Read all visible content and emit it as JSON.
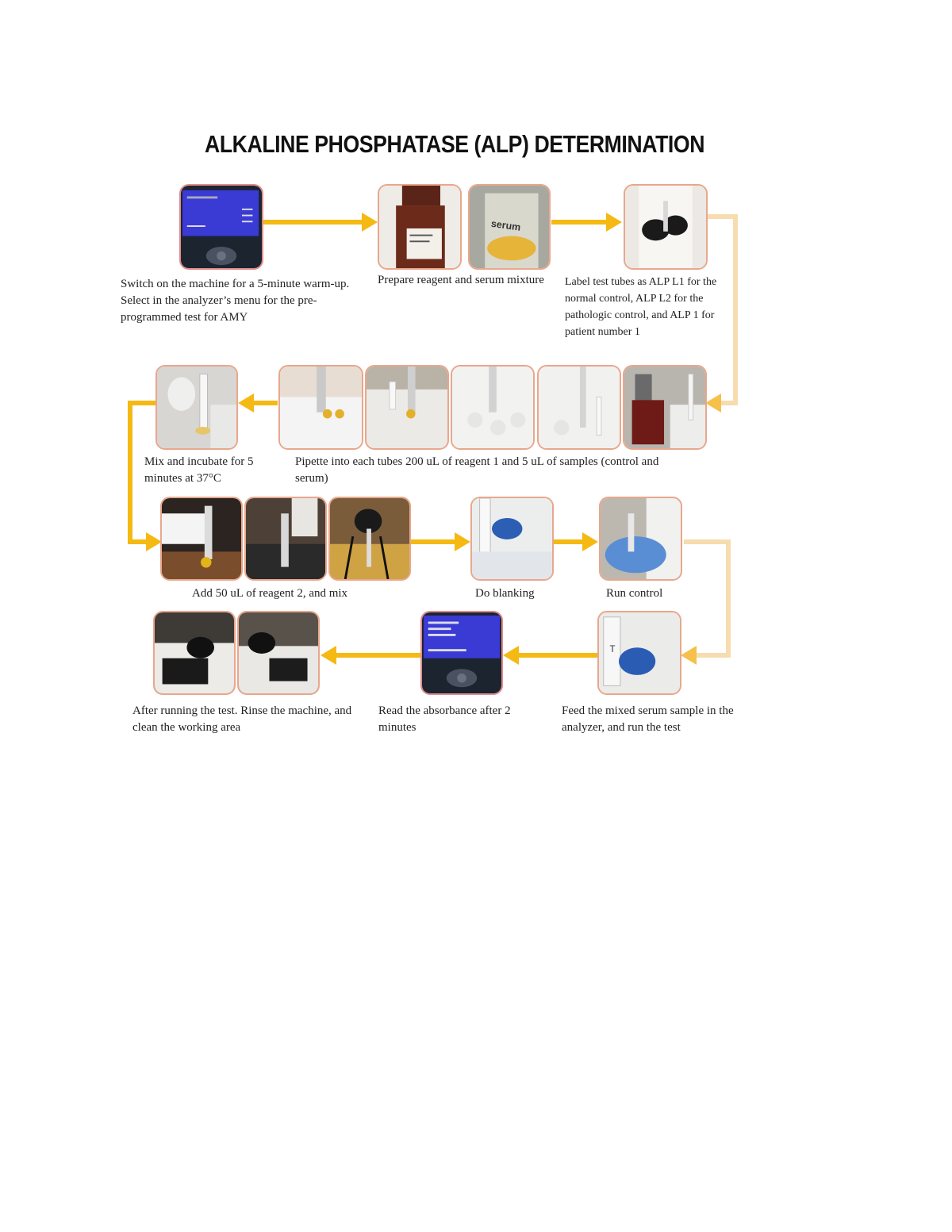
{
  "title": "ALKALINE PHOSPHATASE (ALP) DETERMINATION",
  "colors": {
    "arrow": "#f5b914",
    "arrow_faded": "#f7dcb0",
    "frame": "#e8a78d",
    "screen": "#3232c8"
  },
  "steps": [
    {
      "caption": "Switch on the machine for a 5-minute warm-up. Select in the analyzer’s menu for the pre-programmed test for AMY",
      "photos": [
        "analyzer-screen-photo"
      ]
    },
    {
      "caption": "Prepare reagent and serum mixture",
      "photos": [
        "reagent-bottle-photo",
        "serum-tube-photo"
      ],
      "photo_labels": [
        "serum"
      ]
    },
    {
      "caption": "Label test tubes as ALP L1 for the normal control, ALP L2 for the pathologic control, and ALP 1 for patient number 1",
      "photos": [
        "labeling-tubes-photo"
      ]
    },
    {
      "caption": "Pipette into each tubes 200 uL of reagent 1 and 5 uL of samples (control and serum)",
      "photos": [
        "pipette-photo-1",
        "pipette-photo-2",
        "pipette-photo-3",
        "pipette-photo-4",
        "pipette-photo-5"
      ]
    },
    {
      "caption": "Mix and incubate for 5 minutes at 37°C",
      "photos": [
        "incubate-photo"
      ]
    },
    {
      "caption": "Add 50 uL of reagent 2, and mix",
      "photos": [
        "reagent2-photo-1",
        "reagent2-photo-2",
        "reagent2-photo-3"
      ]
    },
    {
      "caption": "Do blanking",
      "photos": [
        "blanking-photo"
      ]
    },
    {
      "caption": "Run control",
      "photos": [
        "run-control-photo"
      ]
    },
    {
      "caption": "Feed the mixed serum sample in the analyzer, and run the test",
      "photos": [
        "feed-sample-photo"
      ]
    },
    {
      "caption": "Read the absorbance after 2 minutes",
      "photos": [
        "absorbance-screen-photo"
      ]
    },
    {
      "caption": "After running the test. Rinse the machine, and clean the working area",
      "photos": [
        "rinse-photo-1",
        "rinse-photo-2"
      ]
    }
  ]
}
